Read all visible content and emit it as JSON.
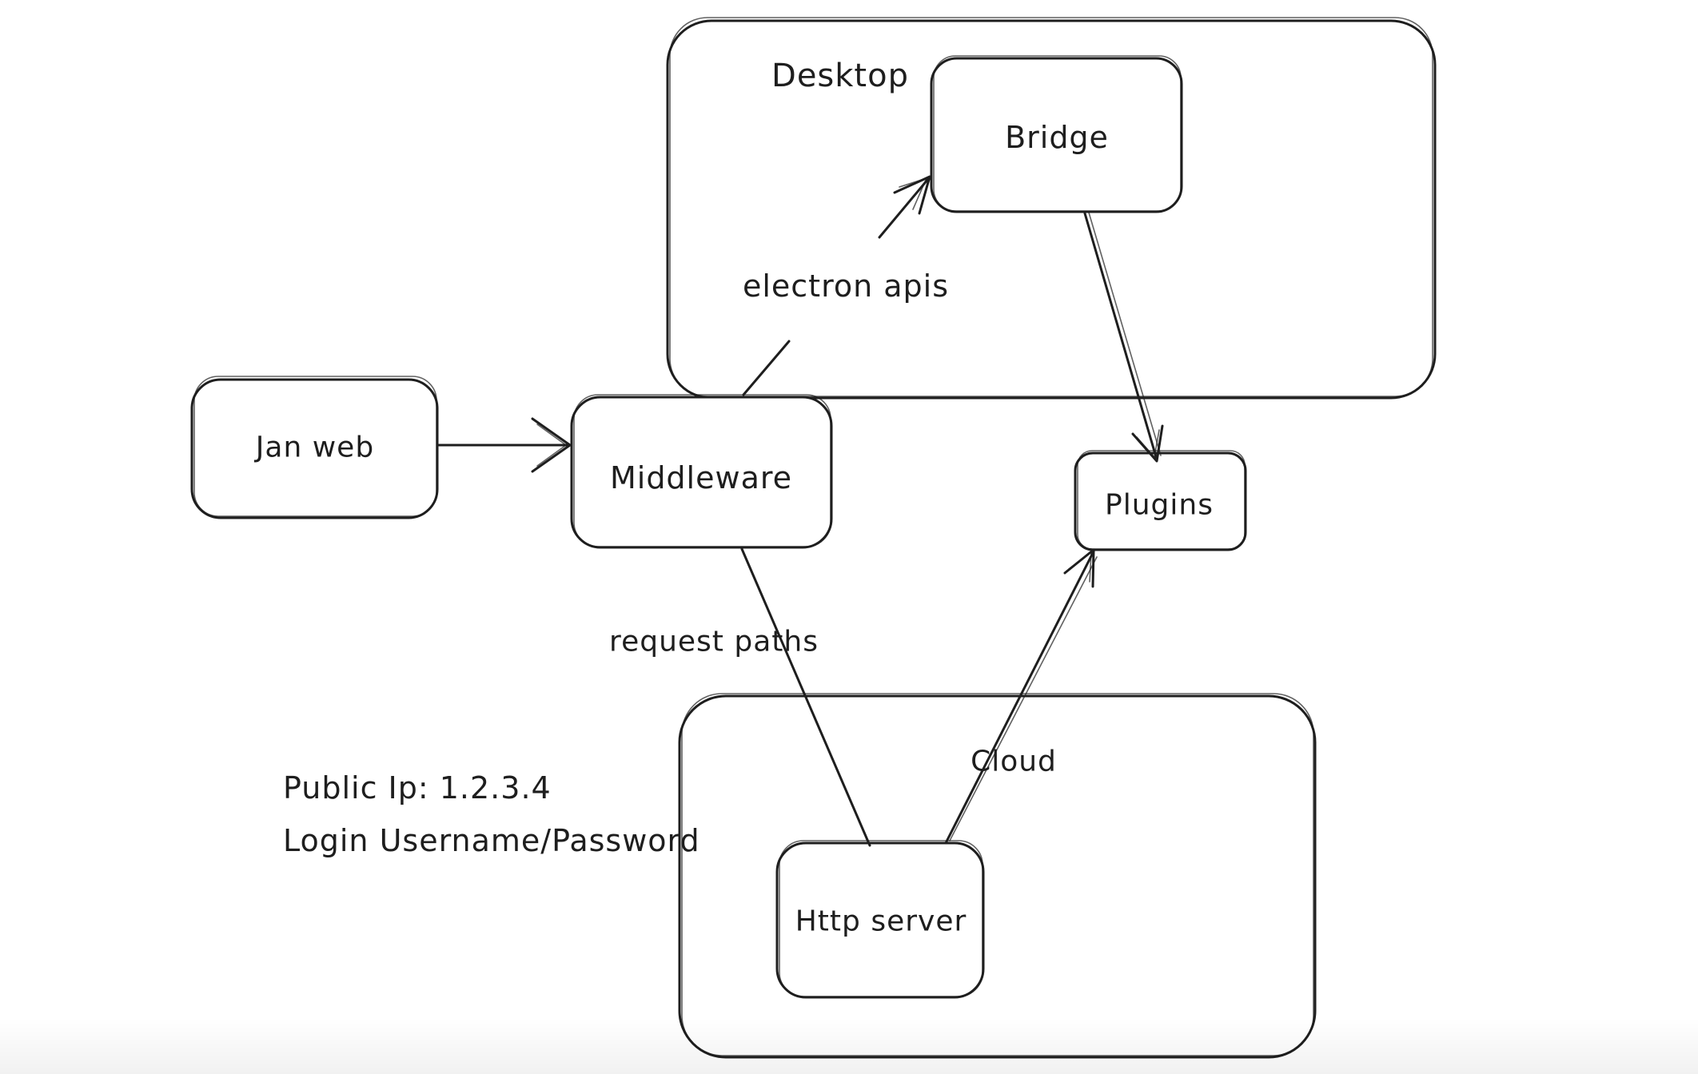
{
  "canvas": {
    "background_color": "#ffffff",
    "stroke_color": "#1e1e1e",
    "text_color": "#1e1e1e"
  },
  "containers": {
    "desktop": {
      "label": "Desktop"
    },
    "cloud": {
      "label": "Cloud"
    }
  },
  "nodes": {
    "jan_web": {
      "label": "Jan web"
    },
    "middleware": {
      "label": "Middleware"
    },
    "bridge": {
      "label": "Bridge"
    },
    "plugins": {
      "label": "Plugins"
    },
    "http_server": {
      "label": "Http server"
    }
  },
  "edges": {
    "janweb_middleware": {
      "from": "Jan web",
      "to": "Middleware",
      "label": ""
    },
    "middleware_bridge": {
      "from": "Middleware",
      "to": "Bridge",
      "label": "electron apis"
    },
    "bridge_plugins": {
      "from": "Bridge",
      "to": "Plugins",
      "label": ""
    },
    "middleware_httpserver": {
      "from": "Middleware",
      "to": "Http server",
      "label": "request paths"
    },
    "httpserver_plugins": {
      "from": "Http server",
      "to": "Plugins",
      "label": ""
    }
  },
  "annotations": {
    "public_ip": "Public Ip: 1.2.3.4",
    "login": "Login Username/Password"
  }
}
